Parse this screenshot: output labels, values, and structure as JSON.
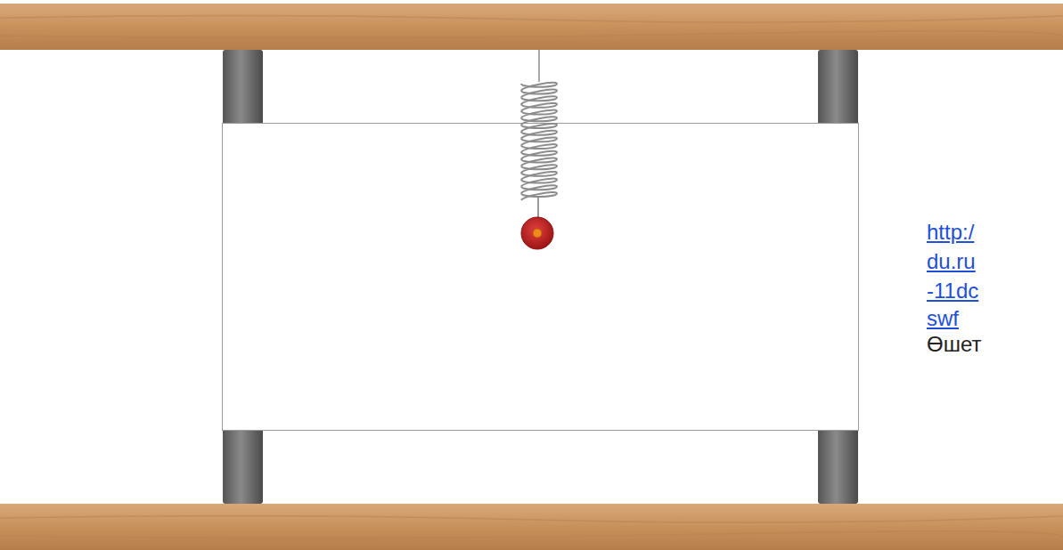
{
  "diagram": {
    "labels": [
      "http:/",
      "du.ru",
      "-11dc",
      "swf",
      "Өшет"
    ]
  }
}
